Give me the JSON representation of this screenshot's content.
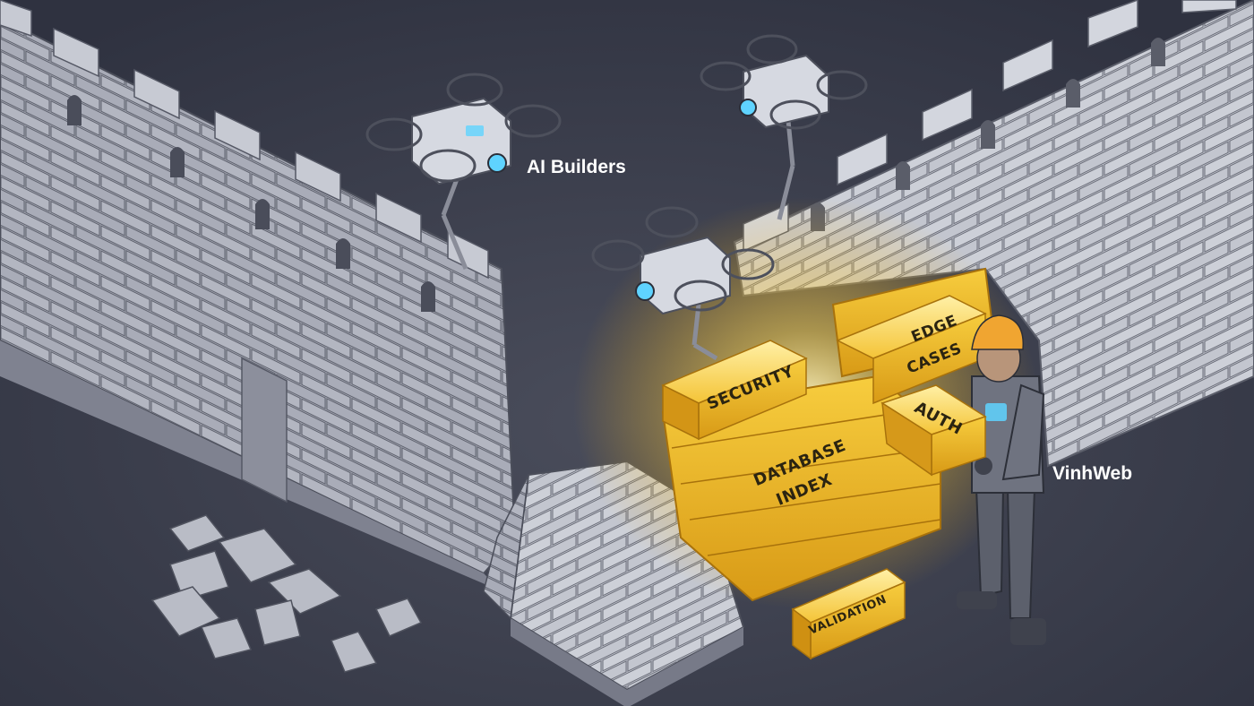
{
  "scene": {
    "labels": {
      "drones": "AI Builders",
      "worker": "VinhWeb"
    },
    "gold_bricks": {
      "security": "SECURITY",
      "edge_line1": "EDGE",
      "edge_line2": "CASES",
      "db_line1": "DATABASE",
      "db_line2": "INDEX",
      "auth": "AUTH",
      "validation": "VALIDATION"
    },
    "colors": {
      "background": "#3a3d4a",
      "stone": "#b9bcc6",
      "gold": "#f2c12e",
      "glow": "#ffe27a",
      "drone_light": "#5fd3ff"
    }
  }
}
